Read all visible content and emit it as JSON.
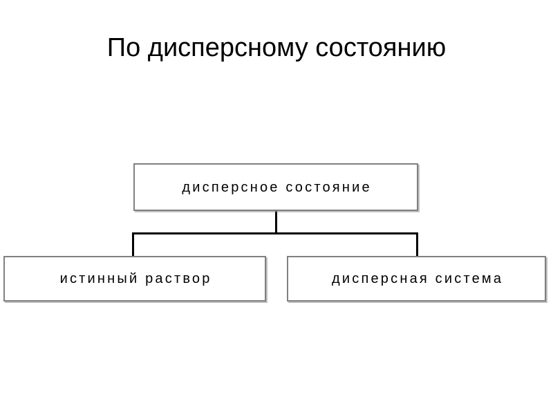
{
  "slide": {
    "title": "По дисперсному состоянию",
    "background_color": "#ffffff",
    "text_color": "#000000"
  },
  "diagram": {
    "type": "hierarchy-tree",
    "orientation": "top-down",
    "node_border_color": "#808080",
    "node_fill_color": "#ffffff",
    "connector_color": "#000000",
    "nodes": [
      {
        "id": "root",
        "label": "дисперсное состояние",
        "level": 0
      },
      {
        "id": "child-left",
        "label": "истинный раствор",
        "level": 1
      },
      {
        "id": "child-right",
        "label": "дисперсная система",
        "level": 1
      }
    ],
    "edges": [
      {
        "from": "root",
        "to": "child-left"
      },
      {
        "from": "root",
        "to": "child-right"
      }
    ]
  }
}
